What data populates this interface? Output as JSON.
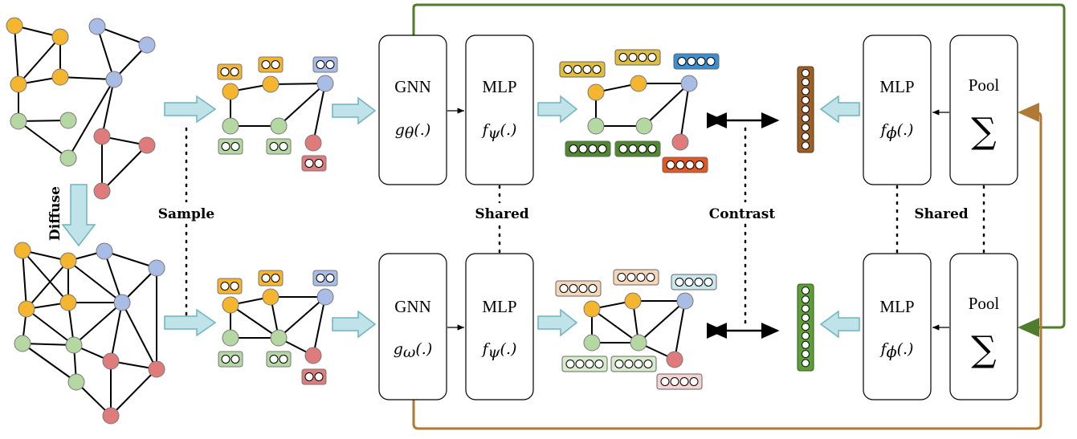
{
  "labels": {
    "diffuse": "Diffuse",
    "sample": "Sample",
    "shared_left": "Shared",
    "contrast": "Contrast",
    "shared_right": "Shared"
  },
  "blocks": {
    "gnn_top": {
      "title": "GNN",
      "symbol": "g",
      "subscript": "θ",
      "args": "(.)"
    },
    "gnn_bottom": {
      "title": "GNN",
      "symbol": "g",
      "subscript": "ω",
      "args": "(.)"
    },
    "mlp_node_top": {
      "title": "MLP",
      "symbol": "f",
      "subscript": "ψ",
      "args": "(.)"
    },
    "mlp_node_bottom": {
      "title": "MLP",
      "symbol": "f",
      "subscript": "ψ",
      "args": "(.)"
    },
    "mlp_graph_top": {
      "title": "MLP",
      "symbol": "f",
      "subscript": "ϕ",
      "args": "(.)"
    },
    "mlp_graph_bottom": {
      "title": "MLP",
      "symbol": "f",
      "subscript": "ϕ",
      "args": "(.)"
    },
    "pool_top": {
      "title": "Pool",
      "symbol": "∑"
    },
    "pool_bottom": {
      "title": "Pool",
      "symbol": "∑"
    }
  },
  "colors": {
    "orange": "#F5B52E",
    "blue": "#A9BCE6",
    "green": "#B5D8A3",
    "red": "#E07B7B",
    "arrow_fill": "#BFE3E8",
    "arrow_stroke": "#6FB3BE",
    "green_loop": "#4E7E2B",
    "brown_loop": "#B07A35",
    "brown_vec": "#9C5F26",
    "green_vec": "#5E9E36"
  }
}
